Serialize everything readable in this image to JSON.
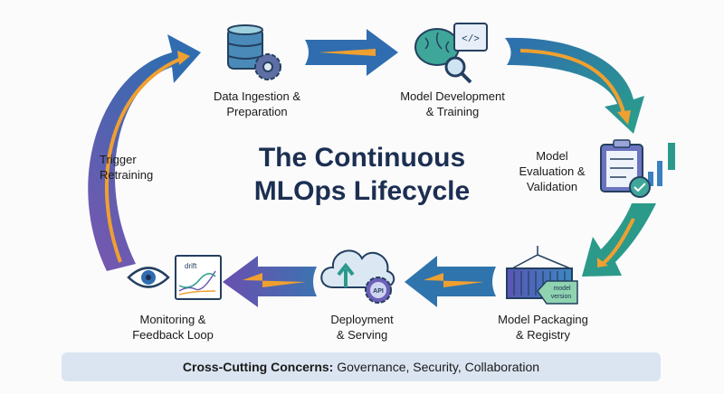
{
  "title": {
    "line1": "The Continuous",
    "line2": "MLOps Lifecycle"
  },
  "stages": [
    {
      "line1": "Data Ingestion &",
      "line2": "Preparation",
      "icon": "database-gear-icon"
    },
    {
      "line1": "Model Development",
      "line2": "& Training",
      "icon": "brain-code-icon"
    },
    {
      "line1": "Model",
      "line2": "Evaluation &",
      "line3": "Validation",
      "icon": "clipboard-chart-icon"
    },
    {
      "line1": "Model Packaging",
      "line2": "& Registry",
      "icon": "container-tag-icon",
      "tag1": "model",
      "tag2": "version"
    },
    {
      "line1": "Deployment",
      "line2": "& Serving",
      "icon": "cloud-api-icon",
      "badge": "API"
    },
    {
      "line1": "Monitoring &",
      "line2": "Feedback Loop",
      "icon": "eye-drift-chart-icon",
      "chart_label": "drift"
    }
  ],
  "loop": {
    "line1": "Trigger",
    "line2": "Retraining"
  },
  "footer": {
    "bold": "Cross-Cutting Concerns:",
    "rest": " Governance, Security, Collaboration"
  },
  "colors": {
    "title": "#1c2f52",
    "blue": "#2f6db0",
    "teal": "#2b9a8a",
    "purple": "#6a5bb0",
    "orange": "#f0a030",
    "footer": "#dbe5f1"
  }
}
